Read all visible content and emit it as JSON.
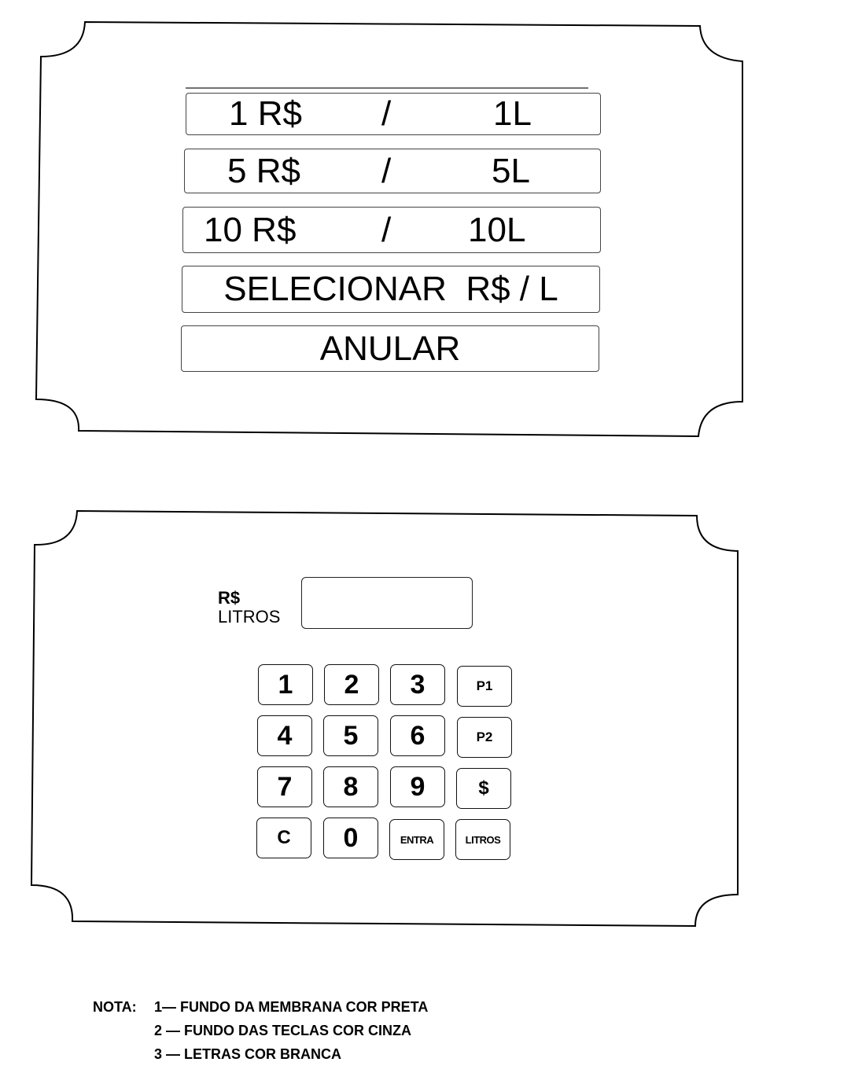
{
  "top_panel": {
    "rows": [
      {
        "amount": "1 R$",
        "sep": "/",
        "litres": "1L"
      },
      {
        "amount": "5 R$",
        "sep": "/",
        "litres": "5L"
      },
      {
        "amount": "10 R$",
        "sep": "/",
        "litres": "10L"
      }
    ],
    "select_label": "SELECIONAR  R$ / L",
    "cancel_label": "ANULAR"
  },
  "bottom_panel": {
    "display_label_currency": "R$",
    "display_label_litres": "LITROS",
    "keys": [
      [
        "1",
        "2",
        "3",
        "P1"
      ],
      [
        "4",
        "5",
        "6",
        "P2"
      ],
      [
        "7",
        "8",
        "9",
        "$"
      ],
      [
        "C",
        "0",
        "ENTRA",
        "LITROS"
      ]
    ]
  },
  "notes": {
    "heading": "NOTA:",
    "items": [
      "1—  FUNDO DA MEMBRANA COR PRETA",
      "2  —  FUNDO DAS TECLAS COR CINZA",
      "3  —  LETRAS COR BRANCA"
    ]
  }
}
